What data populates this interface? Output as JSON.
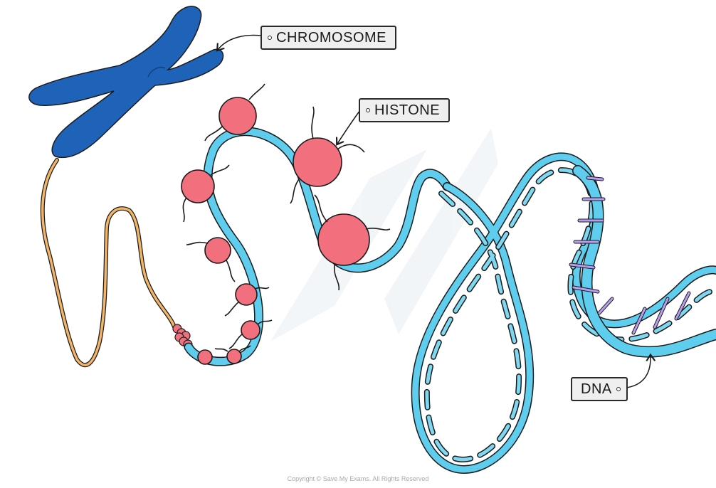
{
  "labels": {
    "chromosome": "CHROMOSOME",
    "histone": "HISTONE",
    "dna": "DNA"
  },
  "copyright": "Copyright © Save My Exams. All Rights Reserved",
  "colors": {
    "chromosome": "#1f63b8",
    "fibre": "#f3b567",
    "histone": "#f2707d",
    "dna_strand": "#5fcdee",
    "base_pair": "#b89df0",
    "outline": "#1a1a1a",
    "tag_fill": "#efefef"
  }
}
